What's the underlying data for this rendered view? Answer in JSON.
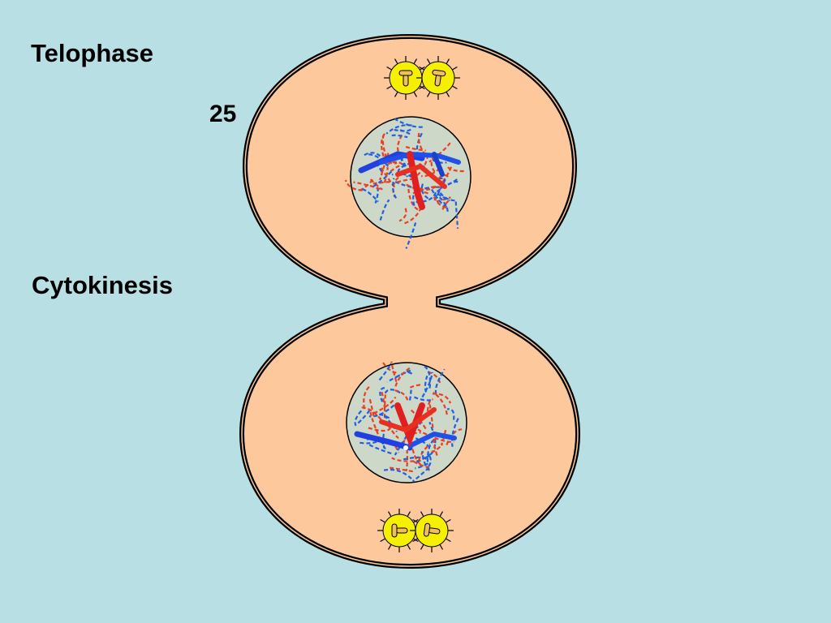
{
  "slide": {
    "title_top": "Telophase",
    "number": "25",
    "title_bottom": "Cytokinesis"
  },
  "colors": {
    "background": "#b8dfe3",
    "cytoplasm": "#fcc89c",
    "nucleus": "#cdd8c8",
    "chromatin_red": "#e84020",
    "chromatin_blue": "#2060e0",
    "centriole_glow": "#f5f000"
  },
  "diagram": {
    "cells": [
      {
        "name": "upper-daughter-cell",
        "chromosome_color_main": "red"
      },
      {
        "name": "lower-daughter-cell",
        "chromosome_color_main": "red"
      }
    ]
  }
}
